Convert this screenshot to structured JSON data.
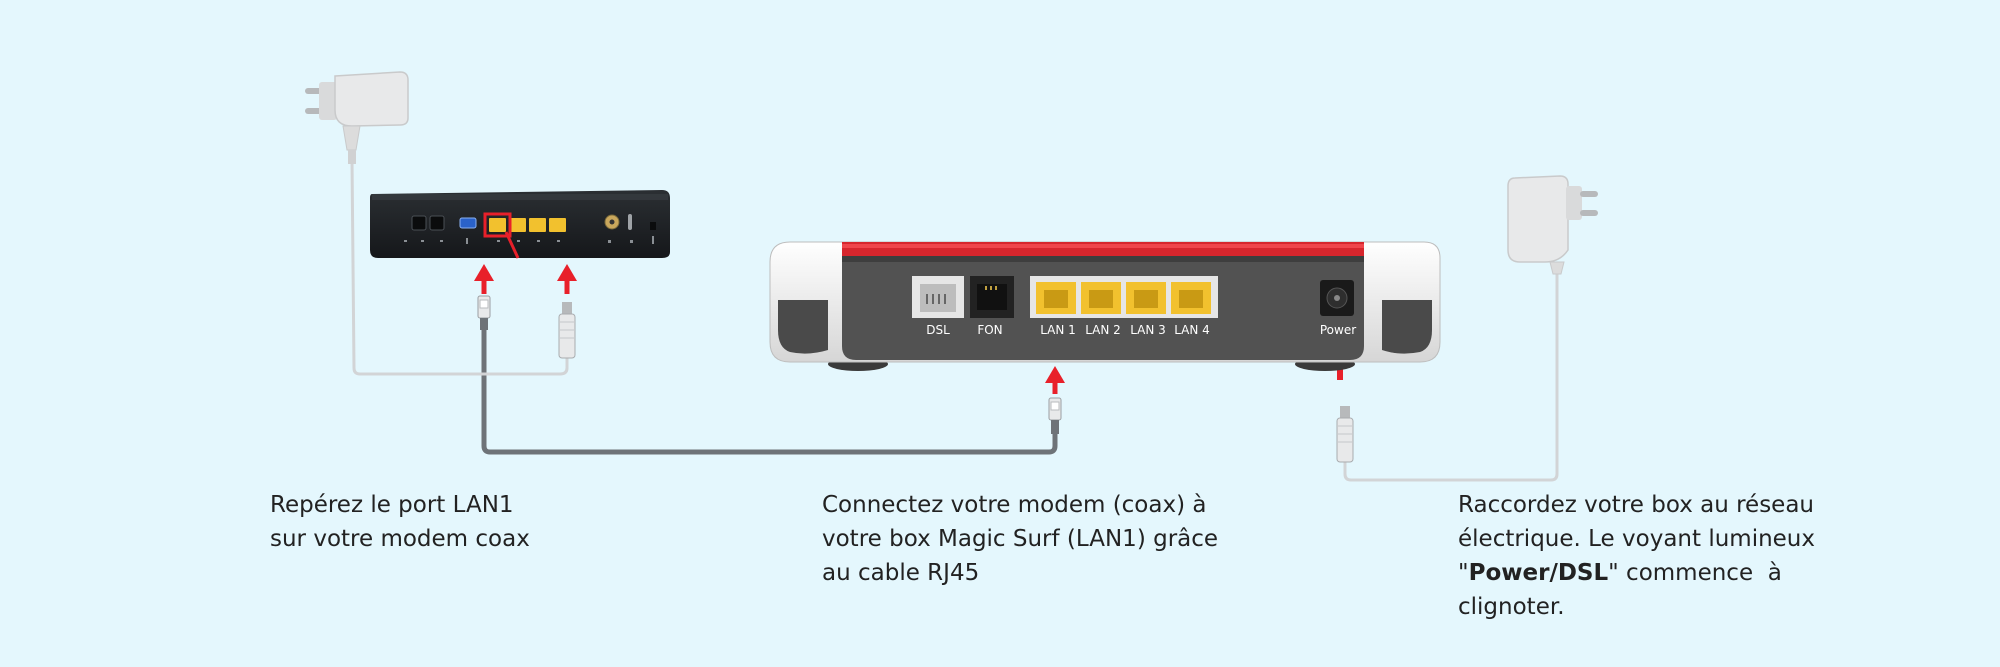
{
  "router": {
    "ports": [
      "DSL",
      "FON",
      "LAN 1",
      "LAN 2",
      "LAN 3",
      "LAN 4",
      "Power"
    ]
  },
  "captions": {
    "step1": [
      "Repérez le port LAN1",
      "sur votre modem coax"
    ],
    "step2": [
      "Connectez votre modem (coax) à",
      "votre box Magic Surf (LAN1) grâce",
      "au cable RJ45"
    ],
    "step3": {
      "line1": "Raccordez votre box au réseau",
      "line2": "électrique. Le voyant lumineux",
      "line3_before": "\"",
      "line3_bold": "Power/DSL",
      "line3_after": "\" commence  à",
      "line4": "clignoter."
    }
  },
  "colors": {
    "background": "#e4f7fd",
    "arrow": "#e8202a",
    "lan_port": "#f2c12e",
    "router_accent": "#d7262d",
    "modem_body": "#1d2023"
  }
}
